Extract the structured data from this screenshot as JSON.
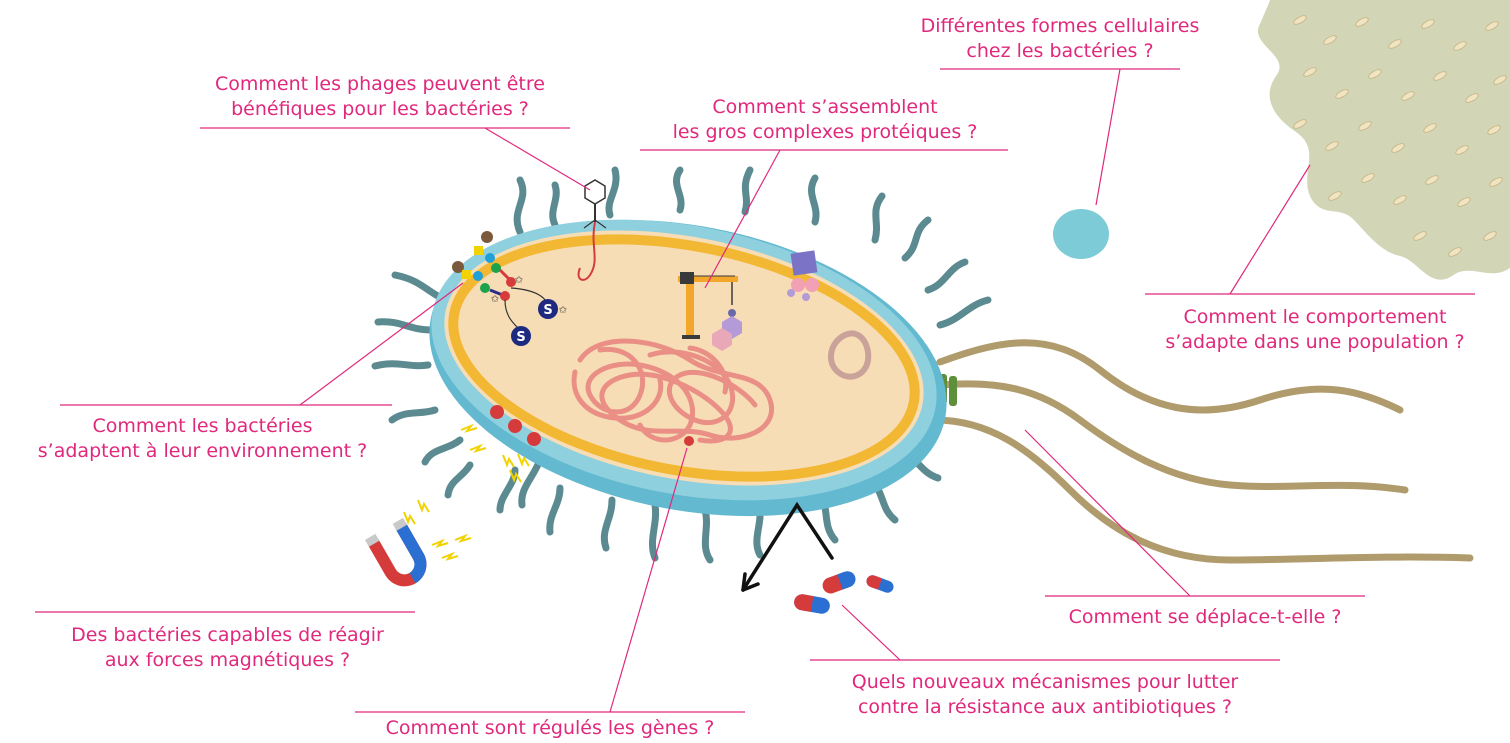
{
  "colors": {
    "accent_text": "#e0297c",
    "leader_line": "#e0297c",
    "cell_outer": "#8fd0df",
    "cell_outer_dark": "#5fb6cc",
    "cell_inner": "#f7ddb6",
    "membrane": "#f2b833",
    "pili": "#5b8a91",
    "flagella": "#b09b6c",
    "dna": "#ea8f86",
    "colony": "#d3d5b7",
    "coccus": "#7ecbd8"
  },
  "questions": {
    "phages": [
      "Comment les phages peuvent être",
      "bénéfiques pour les bactéries ?"
    ],
    "proteins": [
      "Comment s’assemblent",
      "les gros complexes protéiques ?"
    ],
    "shapes": [
      "Différentes formes cellulaires",
      "chez les bactéries ?"
    ],
    "behavior": [
      "Comment le comportement",
      "s’adapte dans une population ?"
    ],
    "environment": [
      "Comment les bactéries",
      "s’adaptent à leur environnement ?"
    ],
    "magnetic": [
      "Des bactéries capables de réagir",
      "aux forces magnétiques ?"
    ],
    "genes": "Comment sont régulés les gènes ?",
    "motility": "Comment se déplace-t-elle ?",
    "antibiotics": [
      "Quels nouveaux mécanismes pour lutter",
      "contre la résistance aux antibiotiques ?"
    ]
  },
  "icons": {
    "signal_molecule_label": "S"
  }
}
